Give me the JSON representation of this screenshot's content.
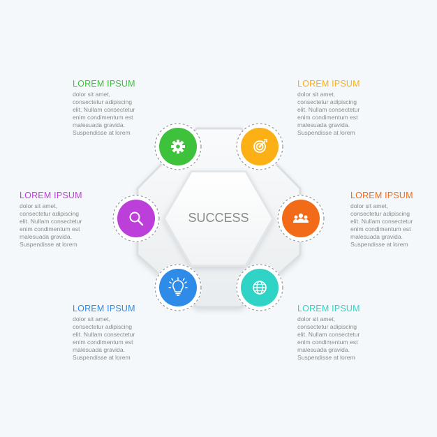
{
  "center": {
    "label": "SUCCESS"
  },
  "steps": [
    {
      "title": "LOREM IPSUM",
      "color": "#3ec23c",
      "icon": "gear-icon",
      "body": [
        "dolor sit amet,",
        "consectetur adipiscing",
        "elit. Nullam consectetur",
        "enim condimentum est",
        "malesuada gravida.",
        "Suspendisse at lorem"
      ]
    },
    {
      "title": "LOREM IPSUM",
      "color": "#fbb116",
      "icon": "target-icon",
      "body": [
        "dolor sit amet,",
        "consectetur adipiscing",
        "elit. Nullam consectetur",
        "enim condimentum est",
        "malesuada gravida.",
        "Suspendisse at lorem"
      ]
    },
    {
      "title": "LOREM IPSUM",
      "color": "#f26b18",
      "icon": "people-icon",
      "body": [
        "dolor sit amet,",
        "consectetur adipiscing",
        "elit. Nullam consectetur",
        "enim condimentum est",
        "malesuada gravida.",
        "Suspendisse at lorem"
      ]
    },
    {
      "title": "LOREM IPSUM",
      "color": "#2fd4c6",
      "icon": "globe-icon",
      "body": [
        "dolor sit amet,",
        "consectetur adipiscing",
        "elit. Nullam consectetur",
        "enim condimentum est",
        "malesuada gravida.",
        "Suspendisse at lorem"
      ]
    },
    {
      "title": "LOREM IPSUM",
      "color": "#2e8ce8",
      "icon": "lightbulb-icon",
      "body": [
        "dolor sit amet,",
        "consectetur adipiscing",
        "elit. Nullam consectetur",
        "enim condimentum est",
        "malesuada gravida.",
        "Suspendisse at lorem"
      ]
    },
    {
      "title": "LOREM IPSUM",
      "color": "#bd3fd9",
      "icon": "search-icon",
      "body": [
        "dolor sit amet,",
        "consectetur adipiscing",
        "elit. Nullam consectetur",
        "enim condimentum est",
        "malesuada gravida.",
        "Suspendisse at lorem"
      ]
    }
  ]
}
